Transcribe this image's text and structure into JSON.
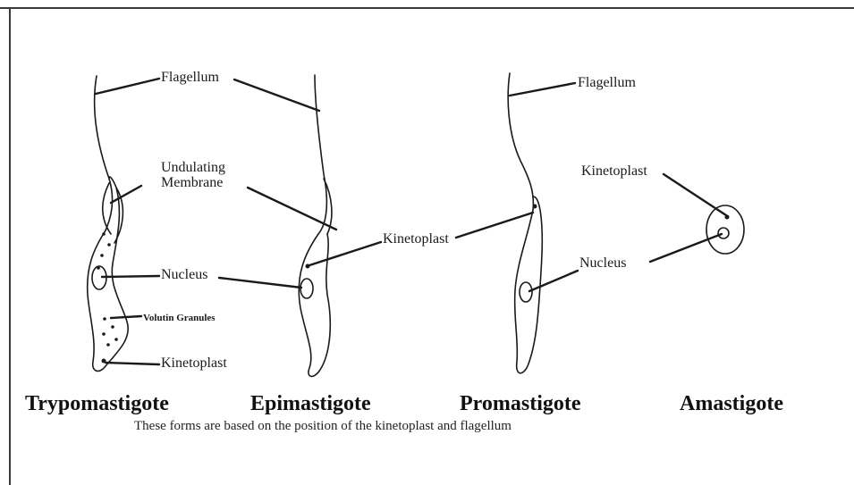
{
  "labels": {
    "flagellum_1": "Flagellum",
    "undulating_membrane": "Undulating\nMembrane",
    "nucleus_1": "Nucleus",
    "volutin_granules": "Volutin Granules",
    "kinetoplast_1": "Kinetoplast",
    "kinetoplast_2": "Kinetoplast",
    "flagellum_2": "Flagellum",
    "nucleus_2": "Nucleus",
    "kinetoplast_3": "Kinetoplast"
  },
  "stages": [
    "Trypomastigote",
    "Epimastigote",
    "Promastigote",
    "Amastigote"
  ],
  "caption": "These forms are based on the position of the kinetoplast and flagellum",
  "colors": {
    "ink": "#1a1a1a",
    "background": "#ffffff",
    "frame": "#3a3a3a"
  }
}
